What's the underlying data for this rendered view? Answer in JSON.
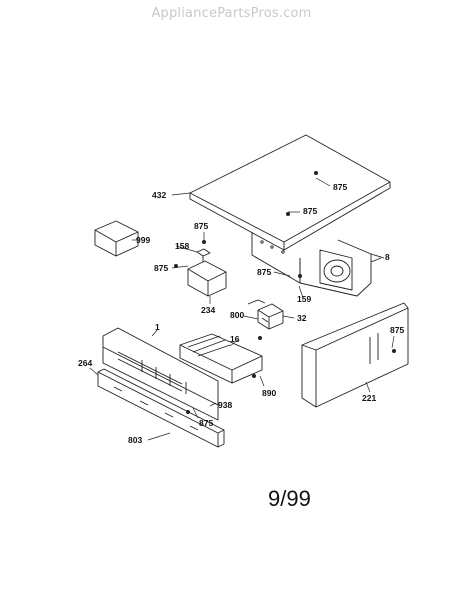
{
  "watermark": "AppliancePartsPros.com",
  "date_code": "9/99",
  "parts": {
    "cabinet_top": "432",
    "screw_top_1": "875",
    "screw_top_2": "875",
    "rear_bracket": "8",
    "box": "999",
    "screw_a": "875",
    "item_158": "158",
    "screw_b": "875",
    "screw_c": "875",
    "item_159": "159",
    "item_234": "234",
    "item_800": "800",
    "item_32": "32",
    "item_1": "1",
    "item_16": "16",
    "screw_d": "875",
    "item_264": "264",
    "item_890": "890",
    "item_938": "938",
    "screw_e": "875",
    "item_221": "221",
    "item_803": "803"
  }
}
